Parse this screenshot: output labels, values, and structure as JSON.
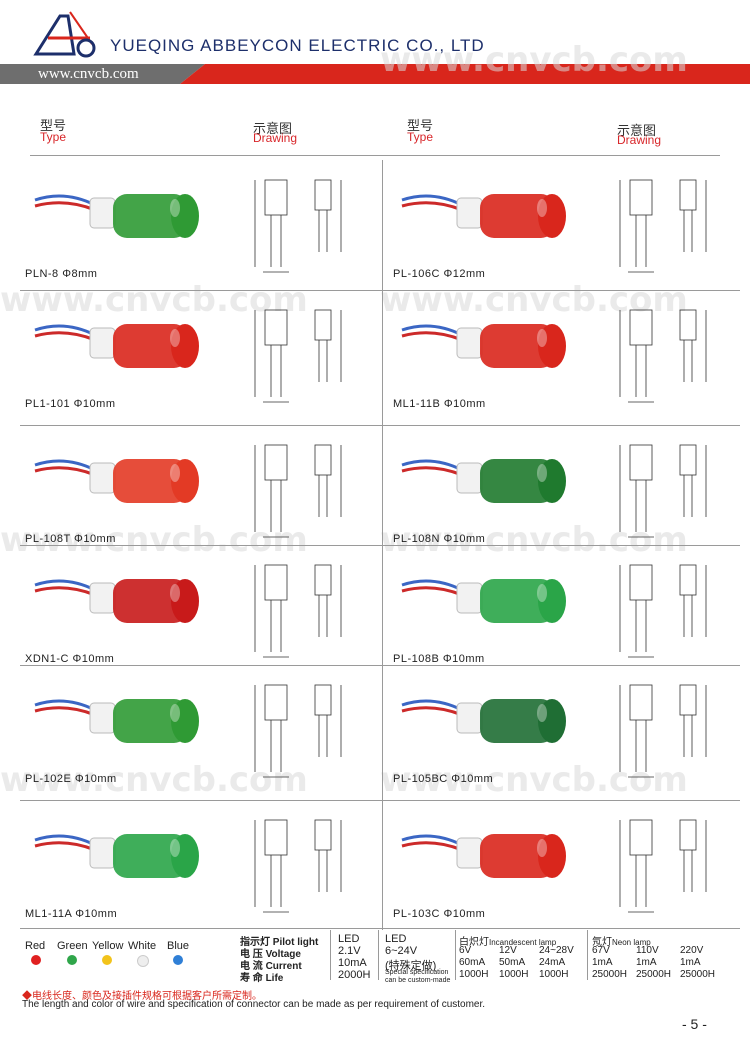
{
  "header": {
    "company": "YUEQING ABBEYCON ELECTRIC CO., LTD",
    "website": "www.cnvcb.com",
    "watermark": "www.cnvcb.com",
    "logo_text": "A c"
  },
  "columns": [
    {
      "type_cn": "型号",
      "type_en": "Type",
      "drawing_cn": "示意图",
      "drawing_en": "Drawing"
    },
    {
      "type_cn": "型号",
      "type_en": "Type",
      "drawing_cn": "示意图",
      "drawing_en": "Drawing"
    }
  ],
  "products": [
    {
      "name": "PLN-8  Φ8mm",
      "color": "#2f9a34"
    },
    {
      "name": "PL-106C  Φ12mm",
      "color": "#d9261c"
    },
    {
      "name": "PL1-101  Φ10mm",
      "color": "#d9261c"
    },
    {
      "name": "ML1-11B  Φ10mm",
      "color": "#d9261c"
    },
    {
      "name": "PL-108T  Φ10mm",
      "color": "#e33a25"
    },
    {
      "name": "PL-108N  Φ10mm",
      "color": "#1f7a2e"
    },
    {
      "name": "XDN1-C  Φ10mm",
      "color": "#c81a1a"
    },
    {
      "name": "PL-108B  Φ10mm",
      "color": "#2aa548"
    },
    {
      "name": "PL-102E  Φ10mm",
      "color": "#2f9a34"
    },
    {
      "name": "PL-105BC  Φ10mm",
      "color": "#1f6e34"
    },
    {
      "name": "ML1-11A  Φ10mm",
      "color": "#2aa548"
    },
    {
      "name": "PL-103C  Φ10mm",
      "color": "#d9261c"
    }
  ],
  "colors_legend": [
    {
      "label": "Red",
      "hex": "#e02020"
    },
    {
      "label": "Green",
      "hex": "#2fa64a"
    },
    {
      "label": "Yellow",
      "hex": "#f2c31b"
    },
    {
      "label": "White",
      "hex": "#eeeeee"
    },
    {
      "label": "Blue",
      "hex": "#2f7fd6"
    }
  ],
  "specs": {
    "pilot_cn": "指示灯",
    "pilot_en": "Pilot light",
    "voltage_cn": "电  压",
    "voltage_en": "Voltage",
    "current_cn": "电  流",
    "current_en": "Current",
    "life_cn": "寿  命",
    "life_en": "Life",
    "led1": {
      "title": "LED",
      "voltage": "2.1V",
      "current": "10mA",
      "life": "2000H"
    },
    "led2": {
      "title": "LED",
      "voltage": "6~24V",
      "current": "(特殊定做)",
      "life": "Special specification can be custom-made"
    },
    "incandescent": {
      "title": "白炽灯",
      "title_en": "Incandescent lamp",
      "voltage": [
        "6V",
        "12V",
        "24~28V"
      ],
      "current": [
        "60mA",
        "50mA",
        "24mA"
      ],
      "life": [
        "1000H",
        "1000H",
        "1000H"
      ]
    },
    "neon": {
      "title": "氖灯",
      "title_en": "Neon lamp",
      "voltage": [
        "67V",
        "110V",
        "220V"
      ],
      "current": [
        "1mA",
        "1mA",
        "1mA"
      ],
      "life": [
        "25000H",
        "25000H",
        "25000H"
      ]
    }
  },
  "notes": {
    "cn": "◆电线长度、颜色及接插件规格可根据客户所需定制。",
    "en": "The length and color of wire and specification of connector can be made as per requirement of customer."
  },
  "page_number": "- 5 -"
}
